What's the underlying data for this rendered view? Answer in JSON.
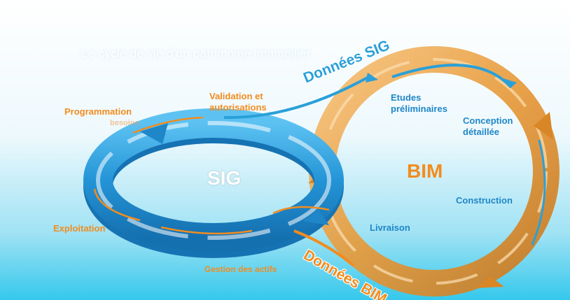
{
  "diagram": {
    "headline_faded": "Le cycle de vie d'un patrimoine immobilier",
    "sig_title": "SIG",
    "bim_title": "BIM",
    "data_sig": "Données SIG",
    "data_bim": "Données BIM",
    "sig_cycle_labels": {
      "programmation": "Programmation",
      "programmation_ghost": "besoins",
      "validation": "Validation et\nautorisations",
      "exploitation": "Exploitation",
      "gestion": "Gestion des actifs"
    },
    "bim_cycle_labels": {
      "etudes": "Etudes\npréliminaires",
      "conception": "Conception\ndétaillée",
      "construction": "Construction",
      "livraison": "Livraison"
    },
    "colors": {
      "orange": "#f28c1e",
      "blue": "#1f86c8",
      "sig_ring": "#2f9fdf",
      "bim_ring": "#e8a24a",
      "background_cyan": "#29c4ea"
    }
  }
}
